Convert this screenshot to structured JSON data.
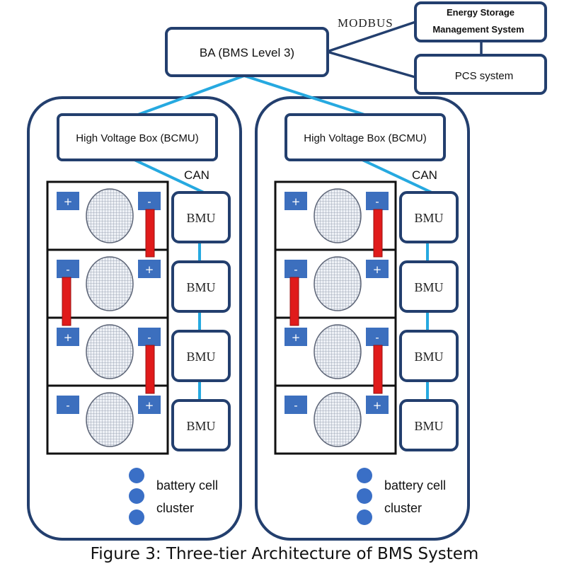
{
  "colors": {
    "box_border": "#233f6e",
    "link_line": "#26a9e0",
    "bus_red": "#e01b1b",
    "terminal": "#3c6fbe",
    "cell_dot": "#3a6fc6",
    "text": "#111111"
  },
  "top": {
    "modbus": "MODBUS",
    "ba": "BA (BMS Level 3)",
    "ems_line1": "Energy Storage",
    "ems_line2": "Management System",
    "pcs": "PCS system"
  },
  "clusters": [
    {
      "hv_box": "High Voltage Box (BCMU)",
      "can": "CAN",
      "bmu": [
        "BMU",
        "BMU",
        "BMU",
        "BMU"
      ],
      "modules": [
        {
          "left_terminal": "+",
          "right_terminal": "-"
        },
        {
          "left_terminal": "-",
          "right_terminal": "+"
        },
        {
          "left_terminal": "+",
          "right_terminal": "-"
        },
        {
          "left_terminal": "-",
          "right_terminal": "+"
        }
      ],
      "legend": [
        "battery cell",
        "cluster"
      ]
    },
    {
      "hv_box": "High Voltage Box (BCMU)",
      "can": "CAN",
      "bmu": [
        "BMU",
        "BMU",
        "BMU",
        "BMU"
      ],
      "modules": [
        {
          "left_terminal": "+",
          "right_terminal": "-"
        },
        {
          "left_terminal": "-",
          "right_terminal": "+"
        },
        {
          "left_terminal": "+",
          "right_terminal": "-"
        },
        {
          "left_terminal": "-",
          "right_terminal": "+"
        }
      ],
      "legend": [
        "battery cell",
        "cluster"
      ]
    }
  ],
  "caption": "Figure 3: Three-tier Architecture of BMS System"
}
